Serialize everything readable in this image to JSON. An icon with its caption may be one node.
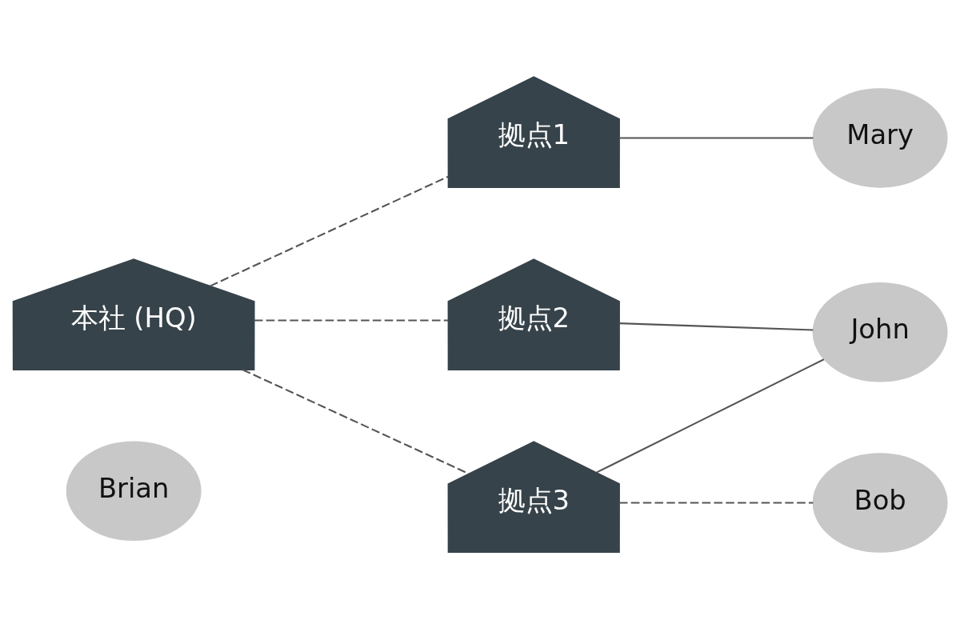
{
  "diagram": {
    "nodes": [
      {
        "text": [
          "Brian"
        ]
      },
      {
        "text": [
          "本社 (HQ)"
        ]
      },
      {
        "text": [
          "拠点1"
        ]
      },
      {
        "text": [
          "拠点2"
        ]
      },
      {
        "text": [
          "拠点3"
        ]
      },
      {
        "text": [
          "Mary"
        ]
      },
      {
        "text": [
          "John"
        ]
      },
      {
        "text": [
          "Bob"
        ]
      }
    ],
    "edges": [
      {
        "from": 1,
        "to": 2,
        "arrow": "none",
        "style": "dashed"
      },
      {
        "from": 1,
        "to": 3,
        "arrow": "none",
        "style": "dashed"
      },
      {
        "from": 1,
        "to": 4,
        "arrow": "none",
        "style": "dashed"
      },
      {
        "from": 2,
        "to": 5,
        "arrow": "none"
      },
      {
        "from": 3,
        "to": 6,
        "arrow": "none"
      },
      {
        "from": 4,
        "to": 6,
        "arrow": "none"
      },
      {
        "from": 4,
        "to": 7,
        "arrow": "none",
        "style": "dashed"
      }
    ]
  }
}
